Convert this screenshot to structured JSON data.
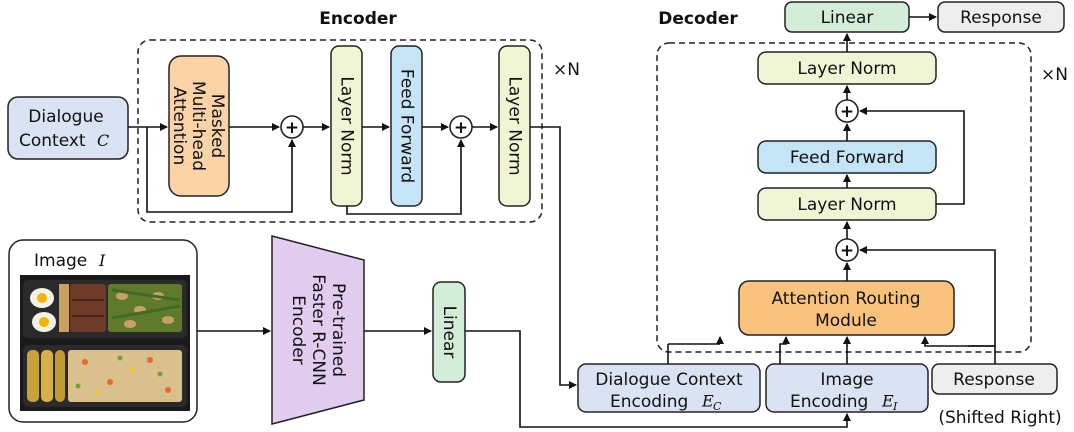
{
  "encoder": {
    "title": "Encoder",
    "repeat": "×N",
    "attention": [
      "Masked",
      "Multi-head",
      "Attention"
    ],
    "layer_norm": "Layer Norm",
    "feed_forward": "Feed Forward"
  },
  "decoder": {
    "title": "Decoder",
    "repeat": "×N",
    "linear": "Linear",
    "response": "Response",
    "layer_norm": "Layer Norm",
    "feed_forward": "Feed Forward",
    "routing": [
      "Attention Routing",
      "Module"
    ]
  },
  "dialogue_context": {
    "line1": "Dialogue",
    "line2": "Context ",
    "symbol": "C"
  },
  "image": {
    "label": "Image ",
    "symbol": "I"
  },
  "faster_rcnn": [
    "Pre-trained",
    "Faster R-CNN",
    "Encoder"
  ],
  "image_linear": "Linear",
  "inputs": {
    "dialogue_encoding": {
      "line1": "Dialogue Context",
      "line2": "Encoding ",
      "symbol": "E",
      "sub": "C"
    },
    "image_encoding": {
      "line1": "Image",
      "line2": "Encoding ",
      "symbol": "E",
      "sub": "I"
    },
    "response": "Response",
    "shifted": "(Shifted Right)"
  },
  "operators": {
    "add": "+"
  },
  "colors": {
    "blue": "#dae3f3",
    "orange": "#fbd3a6",
    "routing_orange": "#f9c27d",
    "yellow": "#f0f5d4",
    "cyan": "#c5e5f7",
    "green": "#d4edd9",
    "purple": "#e2cdf0",
    "gray": "#eeeeee"
  }
}
